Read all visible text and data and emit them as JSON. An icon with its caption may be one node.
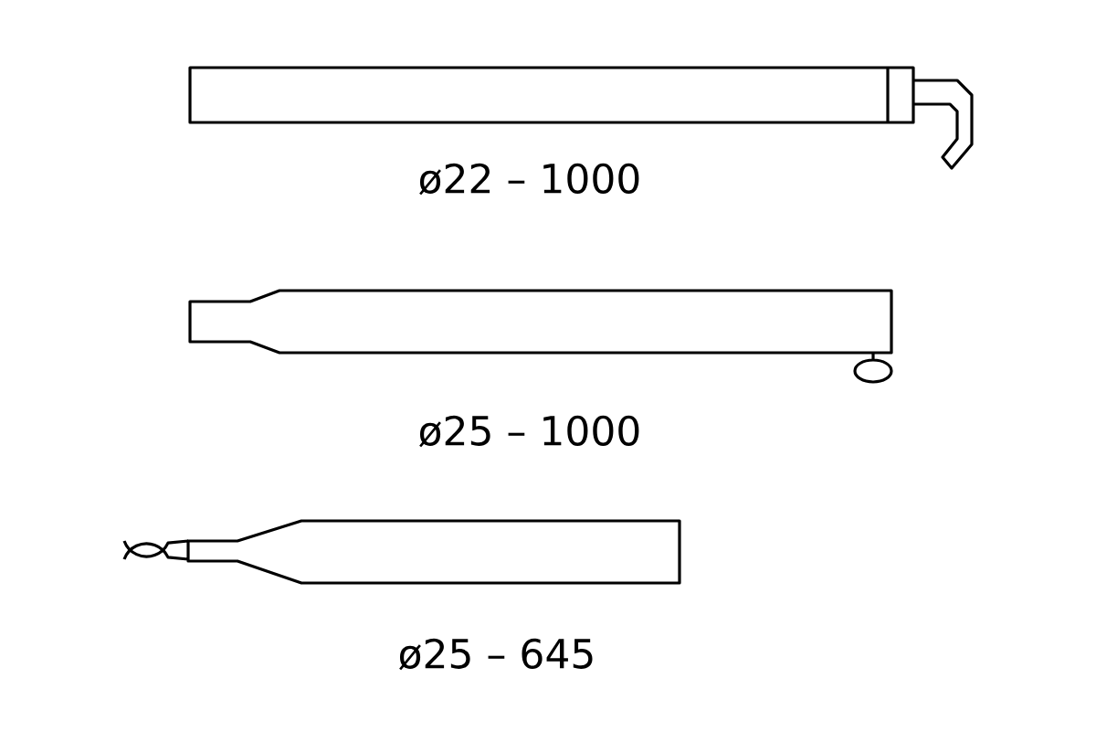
{
  "diagram": {
    "labels": [
      "ø22 – 1000",
      "ø25 – 1000",
      "ø25 – 645"
    ]
  }
}
